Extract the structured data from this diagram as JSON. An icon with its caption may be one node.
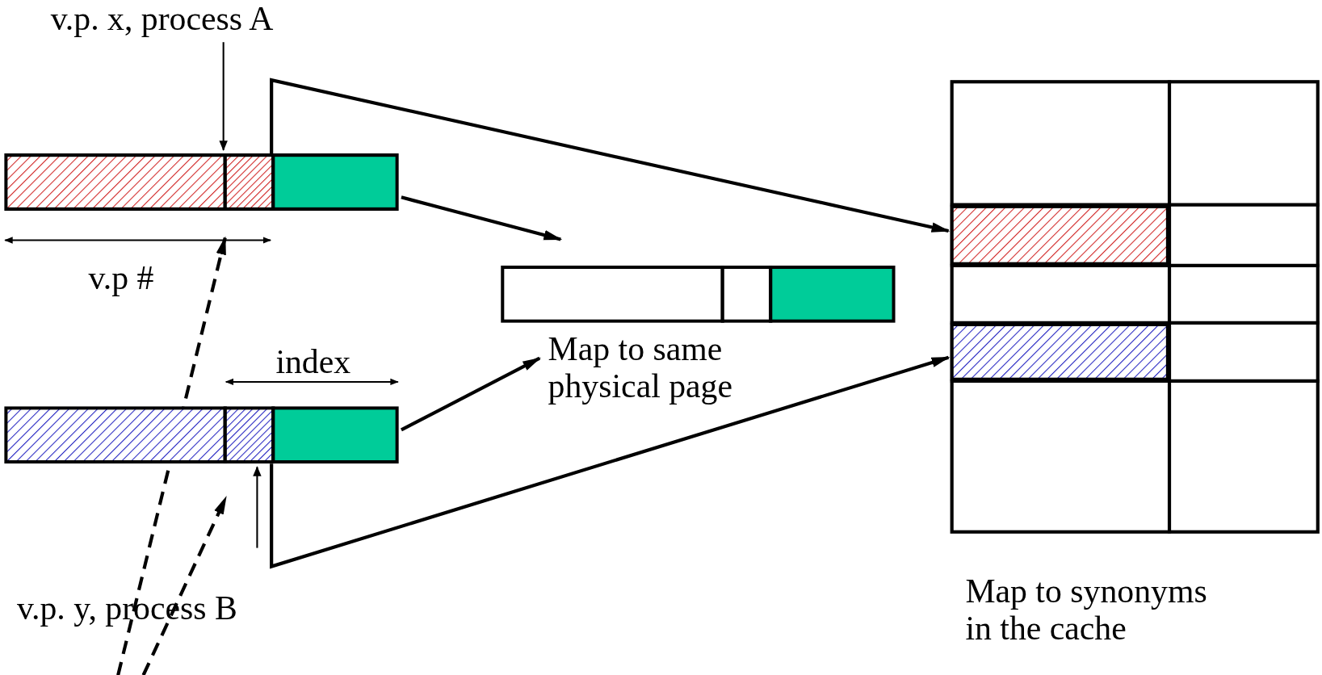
{
  "diagram": {
    "nodes": [
      {
        "text": [
          "v.p. x, process A"
        ]
      },
      {
        "text": [],
        "shape": "bar"
      },
      {
        "text": [],
        "shape": "bar"
      },
      {
        "text": [
          "v.p. y, process B"
        ]
      },
      {
        "text": [],
        "shape": "bar"
      },
      {
        "text": [],
        "shape": "box"
      },
      {
        "text": [],
        "shape": "bar",
        "in": 5
      },
      {
        "text": [],
        "shape": "bar",
        "in": 5
      }
    ],
    "edges": [
      {
        "from": 0,
        "to": 1,
        "arrow": "to"
      },
      {
        "from": 3,
        "to": 2,
        "arrow": "to"
      },
      {
        "from": 1,
        "to": 4,
        "arrow": "to"
      },
      {
        "from": 2,
        "to": 4,
        "arrow": "to"
      },
      {
        "from": 1,
        "to": 6,
        "arrow": "to"
      },
      {
        "from": 2,
        "to": 7,
        "arrow": "to"
      }
    ],
    "labels": [
      "v.p #",
      "index",
      "Map to same physical page",
      "Map to synonyms in the cache"
    ]
  }
}
